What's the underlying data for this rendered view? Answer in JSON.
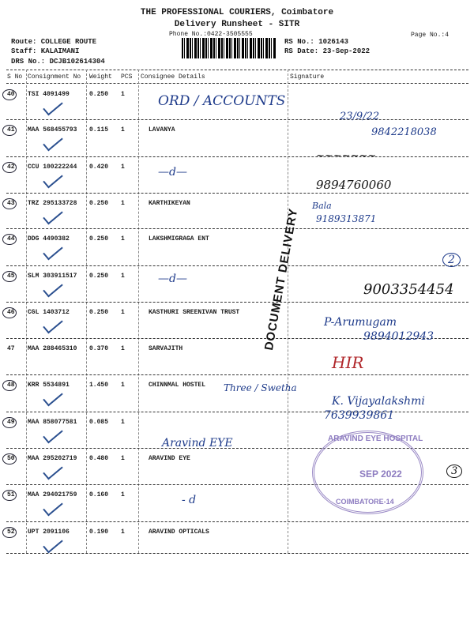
{
  "header": {
    "company": "THE PROFESSIONAL COURIERS, Coimbatore",
    "sheet_title": "Delivery Runsheet - SITR",
    "phone": "Phone No.:0422-3505555",
    "page": "Page No.:4",
    "route": "Route: COLLEGE ROUTE",
    "staff": "Staff: KALAIMANI",
    "drs": "DRS No.: DCJB102614304",
    "rs_no": "RS No.: 1026143",
    "rs_date": "RS Date: 23-Sep-2022"
  },
  "columns": [
    "S No",
    "Consignment No",
    "Weight",
    "PCS",
    "Consignee Details",
    "Signature"
  ],
  "rows": [
    {
      "sno": "40",
      "consignment": "TSI 4091499",
      "weight": "0.250",
      "pcs": "1",
      "consignee": ""
    },
    {
      "sno": "41",
      "consignment": "MAA 568455793",
      "weight": "0.115",
      "pcs": "1",
      "consignee": "LAVANYA"
    },
    {
      "sno": "42",
      "consignment": "CCU 100222244",
      "weight": "0.420",
      "pcs": "1",
      "consignee": ""
    },
    {
      "sno": "43",
      "consignment": "TRZ 295133728",
      "weight": "0.250",
      "pcs": "1",
      "consignee": "KARTHIKEYAN"
    },
    {
      "sno": "44",
      "consignment": "DDG 4490382",
      "weight": "0.250",
      "pcs": "1",
      "consignee": "LAKSHMIGRAGA ENT"
    },
    {
      "sno": "45",
      "consignment": "SLM 303911517",
      "weight": "0.250",
      "pcs": "1",
      "consignee": ""
    },
    {
      "sno": "46",
      "consignment": "CGL 1403712",
      "weight": "0.250",
      "pcs": "1",
      "consignee": "KASTHURI SREENIVAN TRUST"
    },
    {
      "sno": "47",
      "consignment": "MAA 288465310",
      "weight": "0.370",
      "pcs": "1",
      "consignee": "SARVAJITH"
    },
    {
      "sno": "48",
      "consignment": "KRR 5534891",
      "weight": "1.450",
      "pcs": "1",
      "consignee": "CHINNMAL HOSTEL"
    },
    {
      "sno": "49",
      "consignment": "MAA 858077581",
      "weight": "0.085",
      "pcs": "1",
      "consignee": ""
    },
    {
      "sno": "50",
      "consignment": "MAA 295202719",
      "weight": "0.480",
      "pcs": "1",
      "consignee": "ARAVIND EYE"
    },
    {
      "sno": "51",
      "consignment": "MAA 294021759",
      "weight": "0.160",
      "pcs": "1",
      "consignee": ""
    },
    {
      "sno": "52",
      "consignment": "UPT 2091106",
      "weight": "0.190",
      "pcs": "1",
      "consignee": "ARAVIND OPTICALS"
    }
  ],
  "handwriting": {
    "ord_accounts": "ORD / ACCOUNTS",
    "date": "23/9/22",
    "phone1": "9842218038",
    "phone2": "9894760060",
    "bala": "Bala",
    "phone3": "9189313871",
    "circle2": "2",
    "phone4": "9003354454",
    "phone5": "9894012943",
    "hir": "HIR",
    "three_swetha": "Three / Swetha",
    "vijayalakshmi": "K. Vijayalakshmi",
    "phone6": "7639939861",
    "aravind_eye": "Aravind EYE",
    "circle3": "3"
  },
  "stamps": {
    "document_delivery": "DOCUMENT DELIVERY",
    "hospital": "ARAVIND EYE HOSPITAL",
    "stamp_date": "SEP 2022",
    "city": "COIMBATORE-14"
  }
}
